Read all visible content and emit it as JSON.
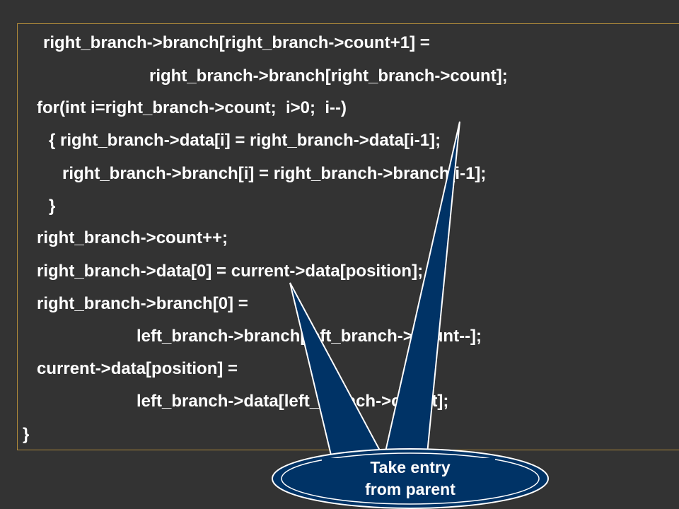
{
  "code": {
    "lines": [
      "right_branch->branch[right_branch->count+1] =",
      "right_branch->branch[right_branch->count];",
      "for(int i=right_branch->count;  i>0;  i--)",
      "{ right_branch->data[i] = right_branch->data[i-1];",
      "right_branch->branch[i] = right_branch->branch[i-1];",
      "}",
      "right_branch->count++;",
      "right_branch->data[0] = current->data[position];",
      "right_branch->branch[0] =",
      "left_branch->branch[left_branch->count--];",
      "current->data[position] =",
      "left_branch->data[left_branch->count];",
      "}"
    ]
  },
  "callout": {
    "line1": "Take entry",
    "line2": "from parent",
    "fill_color": "#003366",
    "stroke_color": "#ffffff"
  },
  "colors": {
    "background": "#333333",
    "frame": "#b08a3a",
    "text": "#ffffff"
  }
}
